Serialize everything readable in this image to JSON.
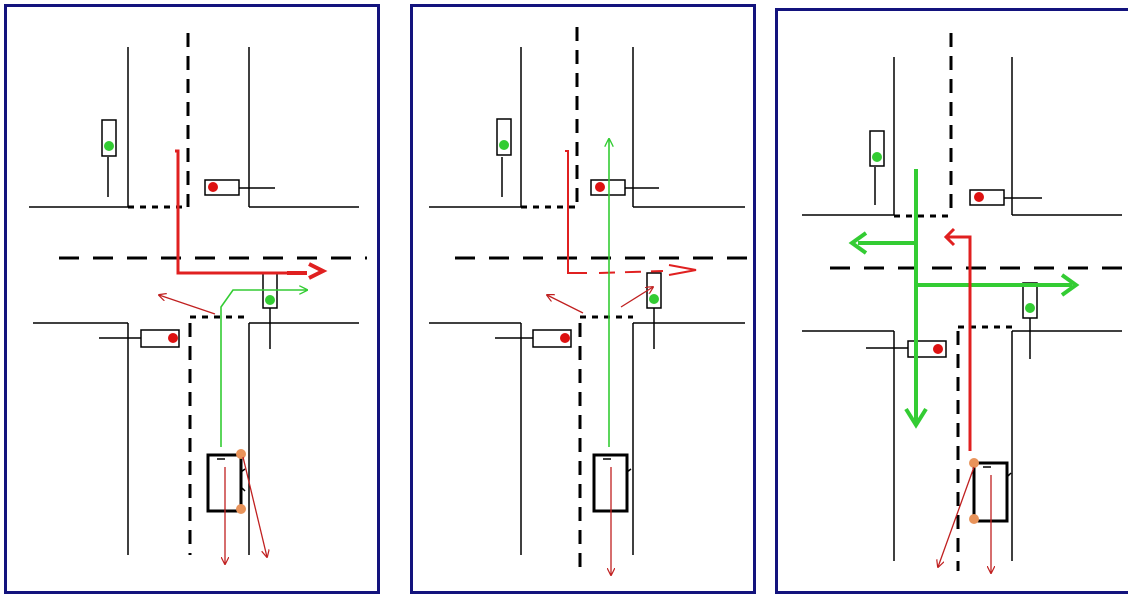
{
  "figure": {
    "panel_count": 3,
    "colors": {
      "frame": "#13137d",
      "road": "#000000",
      "red_path": "#e02020",
      "red_thin": "#c02020",
      "green_path": "#33cc33",
      "light_red": "#dd1111",
      "light_green": "#33cc33",
      "contact_dot": "#e8935a"
    },
    "panels": [
      {
        "id": "panel-1",
        "light_states": [
          "green",
          "red",
          "green",
          "red"
        ]
      },
      {
        "id": "panel-2",
        "light_states": [
          "green",
          "red",
          "green",
          "red"
        ]
      },
      {
        "id": "panel-3",
        "light_states": [
          "green",
          "red",
          "green",
          "red"
        ]
      }
    ]
  }
}
